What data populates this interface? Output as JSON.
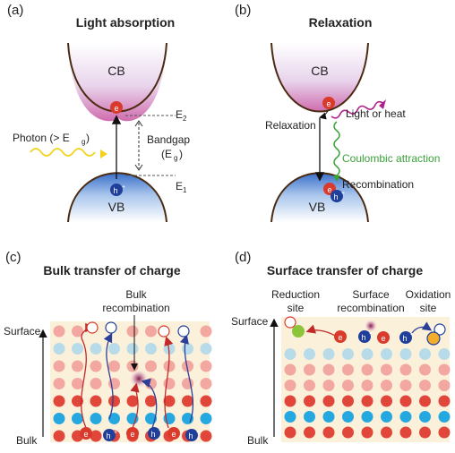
{
  "panels": {
    "a": {
      "letter": "(a)",
      "title": "Light absorption",
      "cb": "CB",
      "vb": "VB",
      "electron": "e",
      "hole": "h",
      "hole_sup": "+",
      "photon_label": "Photon (> E",
      "photon_sub": "g",
      "photon_close": ")",
      "e2": "E",
      "e2_sub": "2",
      "e1": "E",
      "e1_sub": "1",
      "bandgap": "Bandgap",
      "bandgap_sym": "(E",
      "bandgap_sub": "g",
      "bandgap_close": ")"
    },
    "b": {
      "letter": "(b)",
      "title": "Relaxation",
      "cb": "CB",
      "vb": "VB",
      "electron": "e",
      "hole": "h",
      "hole_sup": "+",
      "relaxation": "Relaxation",
      "light_heat": "Light or heat",
      "coulombic": "Coulombic attraction",
      "recombination": "Recombination"
    },
    "c": {
      "letter": "(c)",
      "title": "Bulk transfer of charge",
      "bulk_recombination_line1": "Bulk",
      "bulk_recombination_line2": "recombination",
      "surface": "Surface",
      "bulk": "Bulk",
      "electron": "e",
      "hole": "h",
      "hole_sup": "+"
    },
    "d": {
      "letter": "(d)",
      "title": "Surface transfer of charge",
      "reduction_line1": "Reduction",
      "reduction_line2": "site",
      "surface_recomb_line1": "Surface",
      "surface_recomb_line2": "recombination",
      "oxidation_line1": "Oxidation",
      "oxidation_line2": "site",
      "surface": "Surface",
      "bulk": "Bulk",
      "electron": "e",
      "hole": "h",
      "hole_sup": "+"
    }
  },
  "colors": {
    "electron": "#d93a2b",
    "hole": "#1f3f9a",
    "photon": "#f2d21b",
    "light_heat": "#b0208a",
    "coulombic": "#3aa13a",
    "lattice_red": "#e0463a",
    "lattice_blue": "#25a8e0",
    "lattice_pink": "#f2a7a0",
    "lattice_lightblue": "#b7dbe8",
    "background_panel": "#fbf0da"
  }
}
